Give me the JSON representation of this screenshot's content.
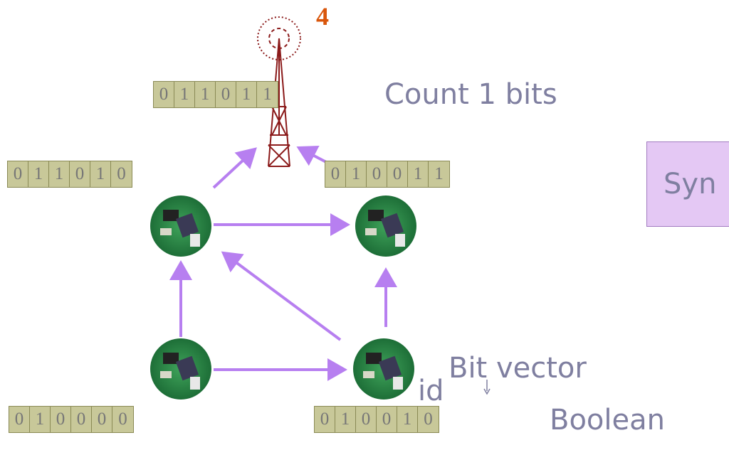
{
  "step_number": "4",
  "labels": {
    "count": "Count 1 bits",
    "sync": "Syn",
    "id": "id",
    "bit_vector": "Bit vector",
    "boolean": "Boolean"
  },
  "vectors": {
    "tower": [
      "0",
      "1",
      "1",
      "0",
      "1",
      "1"
    ],
    "top_left": [
      "0",
      "1",
      "1",
      "0",
      "1",
      "0"
    ],
    "top_right": [
      "0",
      "1",
      "0",
      "0",
      "1",
      "1"
    ],
    "bottom_left": [
      "0",
      "1",
      "0",
      "0",
      "0",
      "0"
    ],
    "bottom_right": [
      "0",
      "1",
      "0",
      "0",
      "1",
      "0"
    ]
  },
  "colors": {
    "arrow": "#b77ff0",
    "tower": "#8b1a1a",
    "bit_fill": "#c8c899",
    "step": "#d9560b",
    "label": "#7f7fa0"
  }
}
